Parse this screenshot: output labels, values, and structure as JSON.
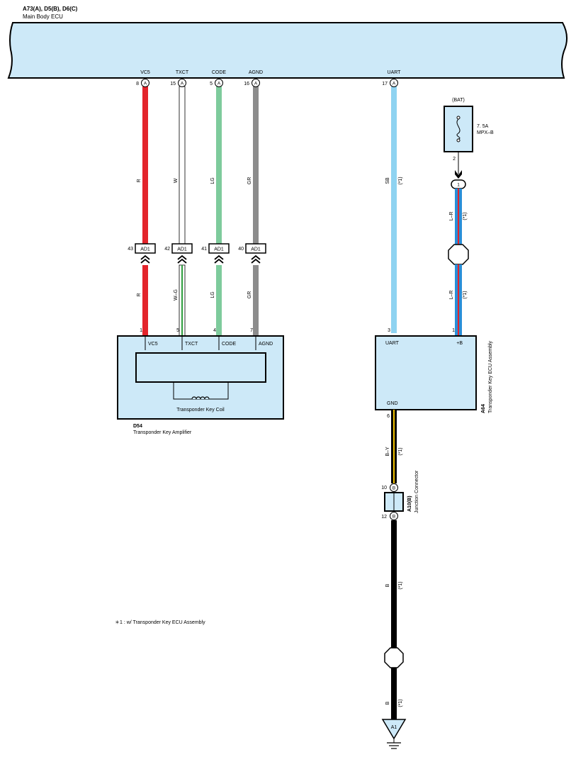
{
  "header": {
    "connectors": "A73(A), D5(B), D6(C)",
    "ecu_name": "Main Body ECU"
  },
  "ecu_pins": [
    {
      "name": "VC5",
      "pin": "8",
      "conn": "A"
    },
    {
      "name": "TXCT",
      "pin": "15",
      "conn": "A"
    },
    {
      "name": "CODE",
      "pin": "5",
      "conn": "A"
    },
    {
      "name": "AGND",
      "pin": "16",
      "conn": "A"
    },
    {
      "name": "UART",
      "pin": "17",
      "conn": "A"
    }
  ],
  "wires_upper": [
    {
      "label": "R",
      "color": "#e3242b"
    },
    {
      "label": "W",
      "color": "#ffffff"
    },
    {
      "label": "LG",
      "color": "#7ecb9c"
    },
    {
      "label": "GR",
      "color": "#8c8c8c"
    },
    {
      "label": "SB",
      "color": "#8fd3f1",
      "note": "(*1)"
    }
  ],
  "ad1_connectors": [
    {
      "pin": "43",
      "name": "AD1"
    },
    {
      "pin": "42",
      "name": "AD1"
    },
    {
      "pin": "41",
      "name": "AD1"
    },
    {
      "pin": "40",
      "name": "AD1"
    }
  ],
  "wires_lower": [
    {
      "label": "R",
      "color": "#e3242b"
    },
    {
      "label": "W–G",
      "color": "#ffffff",
      "stripe": "#2e9e3e"
    },
    {
      "label": "LG",
      "color": "#7ecb9c"
    },
    {
      "label": "GR",
      "color": "#8c8c8c"
    }
  ],
  "amplifier": {
    "code": "D54",
    "name": "Transponder Key Amplifier",
    "pins": [
      {
        "num": "1",
        "name": "VC5"
      },
      {
        "num": "5",
        "name": "TXCT"
      },
      {
        "num": "4",
        "name": "CODE"
      },
      {
        "num": "7",
        "name": "AGND"
      }
    ],
    "coil_label": "Transponder Key Coil"
  },
  "fuse": {
    "source": "(BAT)",
    "rating": "7. 5A",
    "name": "MPX–B",
    "out_pin": "2",
    "splice_pin": "1"
  },
  "bat_wire": {
    "label": "L–R",
    "note": "(*1)",
    "color": "#2a8fd8",
    "stripe": "#e3242b"
  },
  "key_ecu": {
    "code": "A64",
    "name": "Transponder Key ECU Assembly",
    "pins": [
      {
        "num": "3",
        "name": "UART"
      },
      {
        "num": "1",
        "name": "+B"
      }
    ],
    "gnd_label": "GND",
    "gnd_pin": "6"
  },
  "by_wire": {
    "label": "B–Y",
    "note": "(*1)",
    "color": "#000000",
    "stripe": "#f2c200"
  },
  "junction": {
    "code": "A10(B)",
    "name": "Junction Connector",
    "pin_in": "10",
    "pin_out": "12",
    "conn": "B"
  },
  "ground_wire": {
    "label": "B",
    "note": "(*1)",
    "color": "#000000"
  },
  "ground": {
    "name": "A1"
  },
  "footnote": "＊1 : w/ Transponder Key ECU Assembly",
  "colors": {
    "body_fill": "#cde9f8",
    "outline": "#000000"
  }
}
